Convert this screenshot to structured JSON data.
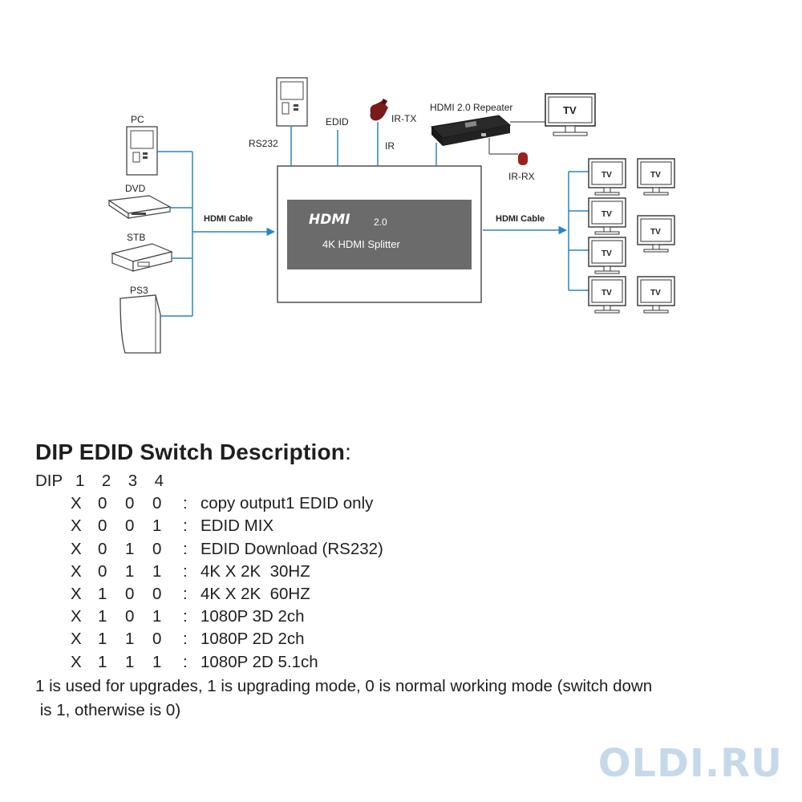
{
  "diagram": {
    "sources": [
      "PC",
      "DVD",
      "STB",
      "PS3"
    ],
    "rs232_label": "RS232",
    "edid_label": "EDID",
    "ir_tx_label": "IR-TX",
    "ir_label": "IR",
    "repeater_label": "HDMI 2.0 Repeater",
    "ir_rx_label": "IR-RX",
    "tv_label": "TV",
    "hdmi_cable_left": "HDMI Cable",
    "hdmi_cable_right": "HDMI Cable",
    "splitter": {
      "logo": "HDMI",
      "version": "2.0",
      "name": "4K HDMI Splitter"
    }
  },
  "description": {
    "title": "DIP EDID Switch Description",
    "title_suffix": ":",
    "header": {
      "label": "DIP",
      "numbers": [
        "1",
        "2",
        "3",
        "4"
      ]
    },
    "rows": [
      {
        "bits": [
          "X",
          "0",
          "0",
          "0"
        ],
        "sep": ":",
        "text": "copy output1 EDID only"
      },
      {
        "bits": [
          "X",
          "0",
          "0",
          "1"
        ],
        "sep": ":",
        "text": "EDID MIX"
      },
      {
        "bits": [
          "X",
          "0",
          "1",
          "0"
        ],
        "sep": ":",
        "text": "EDID Download (RS232)"
      },
      {
        "bits": [
          "X",
          "0",
          "1",
          "1"
        ],
        "sep": ":",
        "text": "4K X 2K  30HZ"
      },
      {
        "bits": [
          "X",
          "1",
          "0",
          "0"
        ],
        "sep": ":",
        "text": "4K X 2K  60HZ"
      },
      {
        "bits": [
          "X",
          "1",
          "0",
          "1"
        ],
        "sep": ":",
        "text": "1080P 3D 2ch"
      },
      {
        "bits": [
          "X",
          "1",
          "1",
          "0"
        ],
        "sep": ":",
        "text": "1080P 2D 2ch"
      },
      {
        "bits": [
          "X",
          "1",
          "1",
          "1"
        ],
        "sep": ":",
        "text": "1080P 2D 5.1ch"
      }
    ],
    "note_line1": "1 is used for upgrades, 1 is upgrading mode, 0 is normal working mode (switch down",
    "note_line2": " is 1, otherwise is 0)"
  },
  "watermark": "OLDI.RU",
  "colors": {
    "cable": "#2a86bd",
    "splitter_panel": "#6b6b6b",
    "ir_device": "#7a1a1a",
    "watermark": "#c6d9ea"
  }
}
